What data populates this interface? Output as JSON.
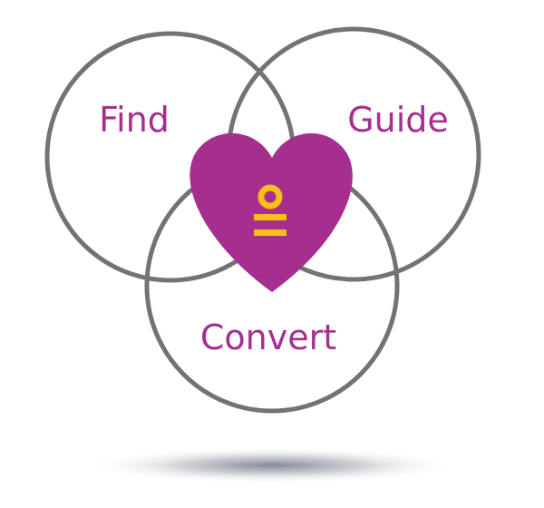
{
  "diagram": {
    "labels": {
      "find": "Find",
      "guide": "Guide",
      "convert": "Convert"
    },
    "center_icon": "heart-logo-icon"
  },
  "colors": {
    "circle_stroke": "#737373",
    "label_text": "#a62e8f",
    "heart_fill": "#a62e8f",
    "logo_symbol": "#f5c018",
    "shadow": "#6e7380",
    "background": "#ffffff"
  }
}
